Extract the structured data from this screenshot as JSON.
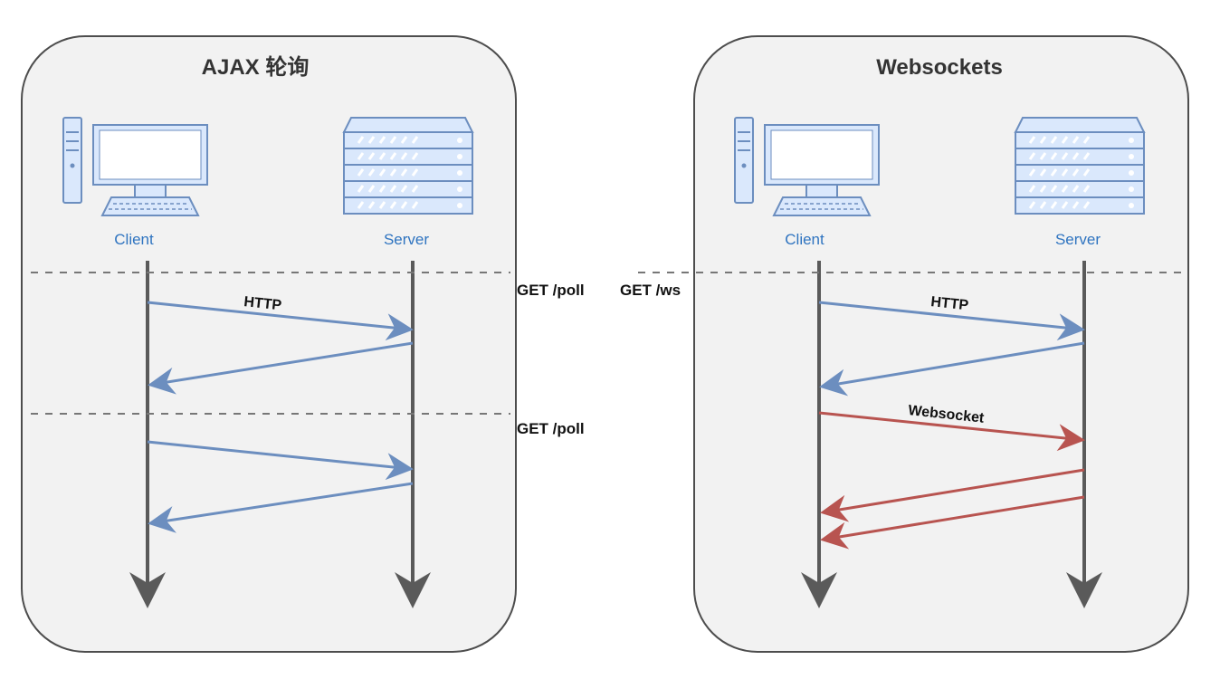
{
  "panels": [
    {
      "title": "AJAX 轮询",
      "client_label": "Client",
      "server_label": "Server"
    },
    {
      "title": "Websockets",
      "client_label": "Client",
      "server_label": "Server"
    }
  ],
  "side_labels": {
    "ajax_get_poll_1": "GET /poll",
    "ajax_get_poll_2": "GET /poll",
    "ws_get_ws": "GET /ws"
  },
  "edge_labels": {
    "ajax_http": "HTTP",
    "ws_http": "HTTP",
    "ws_websocket": "Websocket"
  },
  "colors": {
    "panel_fill": "#f2f2f2",
    "panel_stroke": "#4d4d4d",
    "lifeline": "#5a5a5a",
    "http_arrow": "#6c8ebf",
    "websocket_arrow": "#b85450",
    "icon_blue": "#6c8ebf",
    "icon_fill": "#dae8fc",
    "label_blue": "#2f74c0",
    "separator": "#777777"
  }
}
